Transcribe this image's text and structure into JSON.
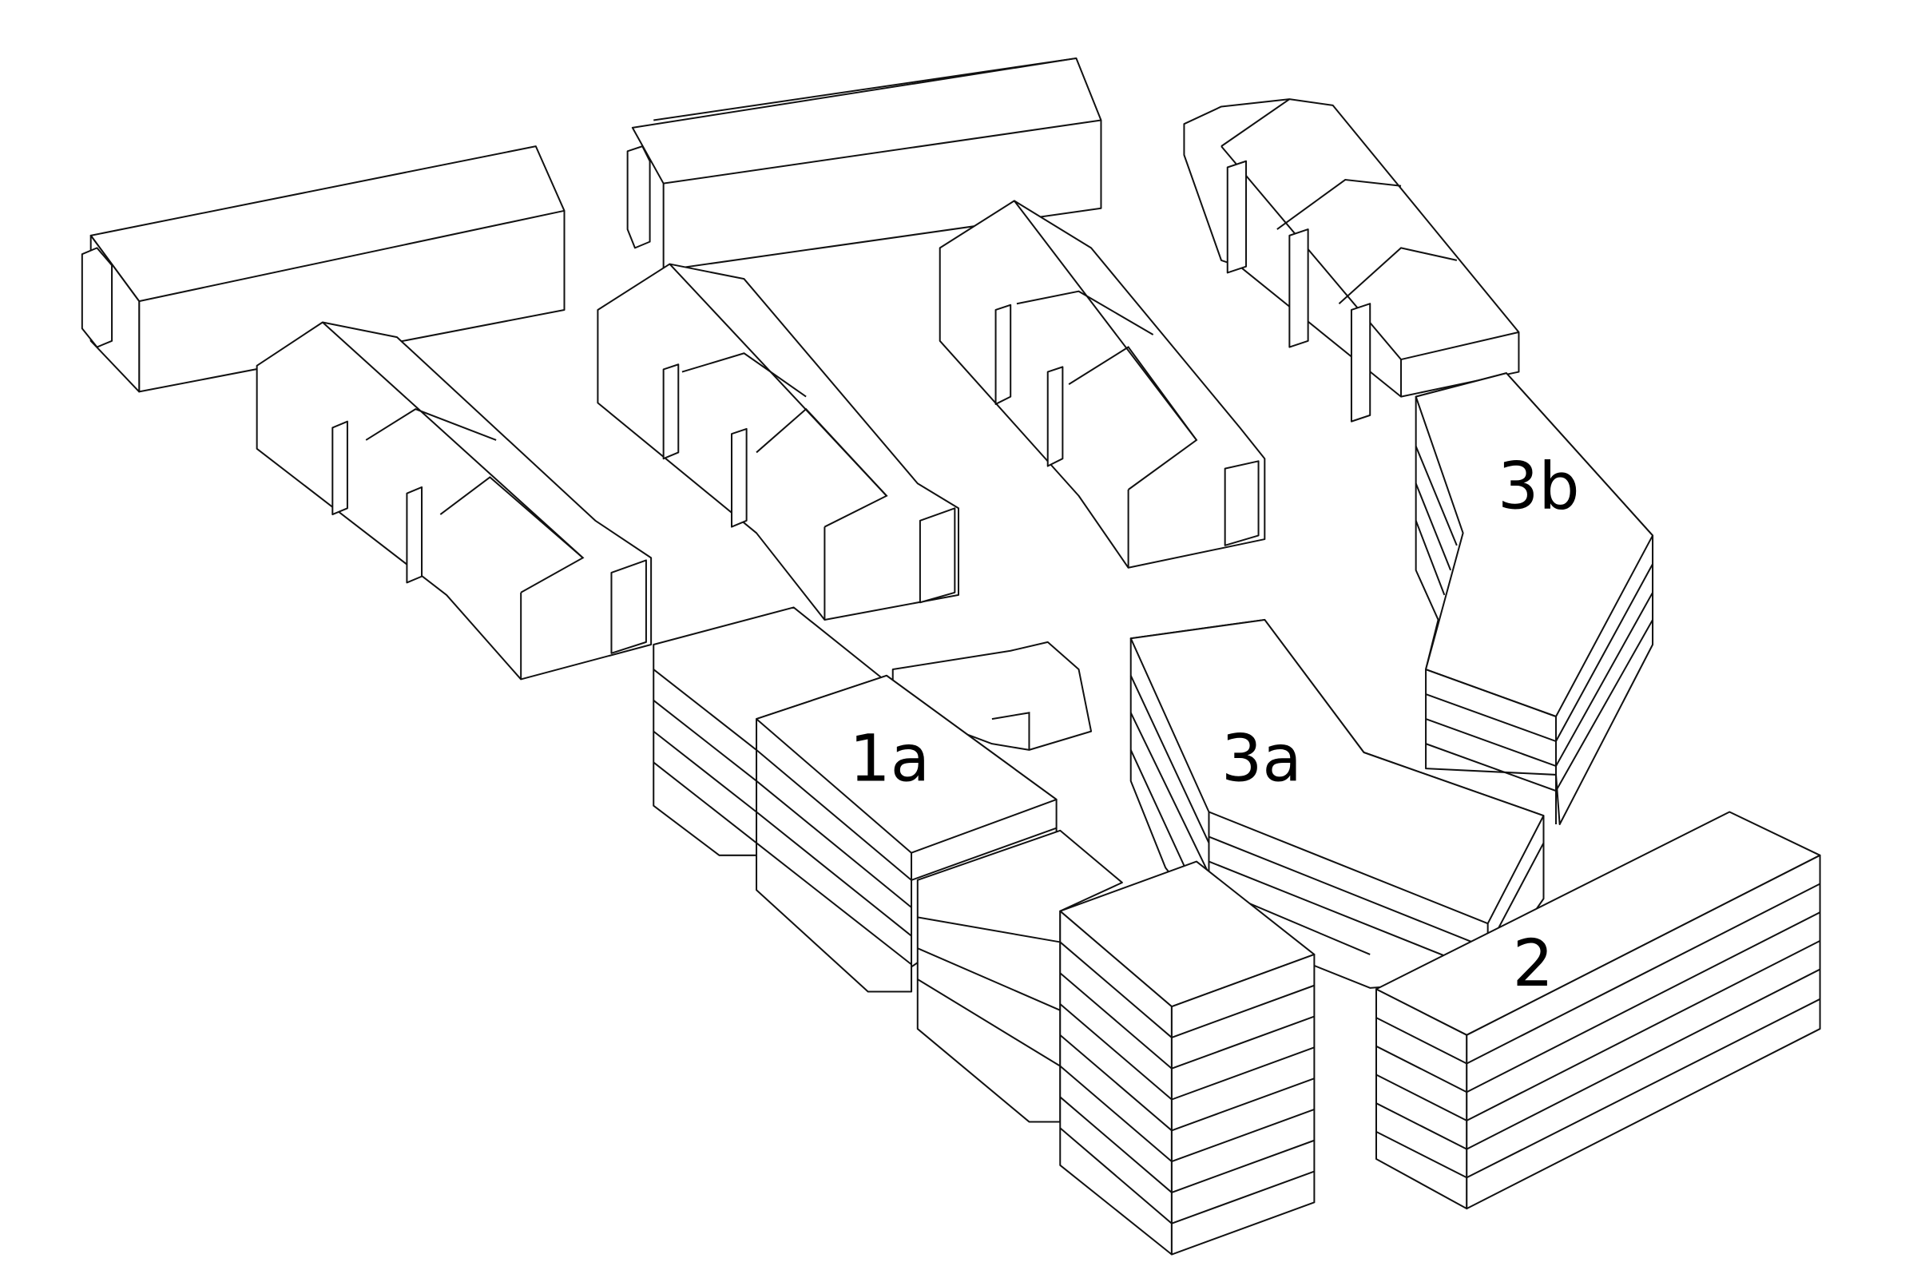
{
  "diagram": {
    "type": "axonometric site massing",
    "labels": {
      "building_1a": "1a",
      "building_2": "2",
      "building_3a": "3a",
      "building_3b": "3b"
    },
    "colors": {
      "line": "#111111",
      "fill": "#ffffff"
    }
  }
}
